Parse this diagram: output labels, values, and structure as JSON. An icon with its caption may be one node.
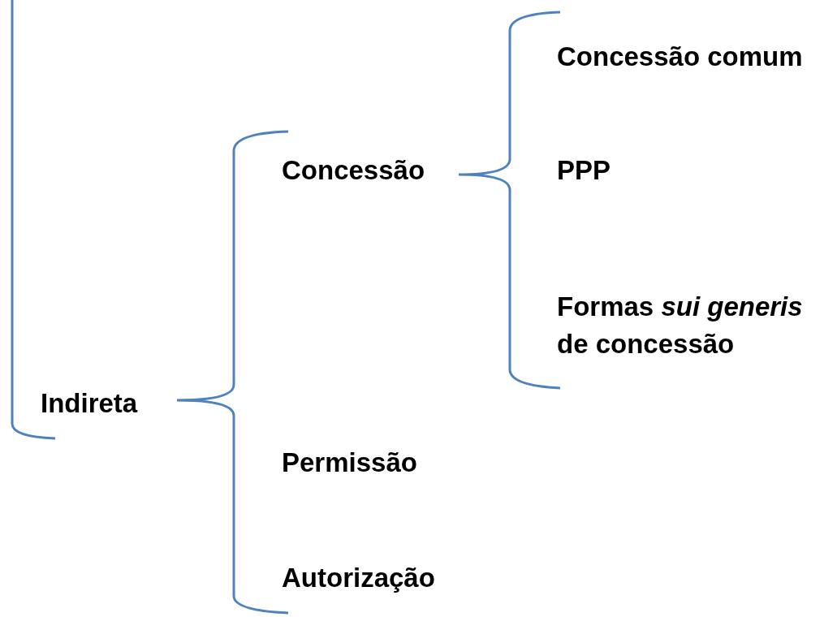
{
  "diagram": {
    "labels": [
      "Concessão comum",
      "Concessão",
      "PPP",
      "Formas *sui generis* de concessão",
      "Indireta",
      "Permissão",
      "Autorização"
    ]
  }
}
